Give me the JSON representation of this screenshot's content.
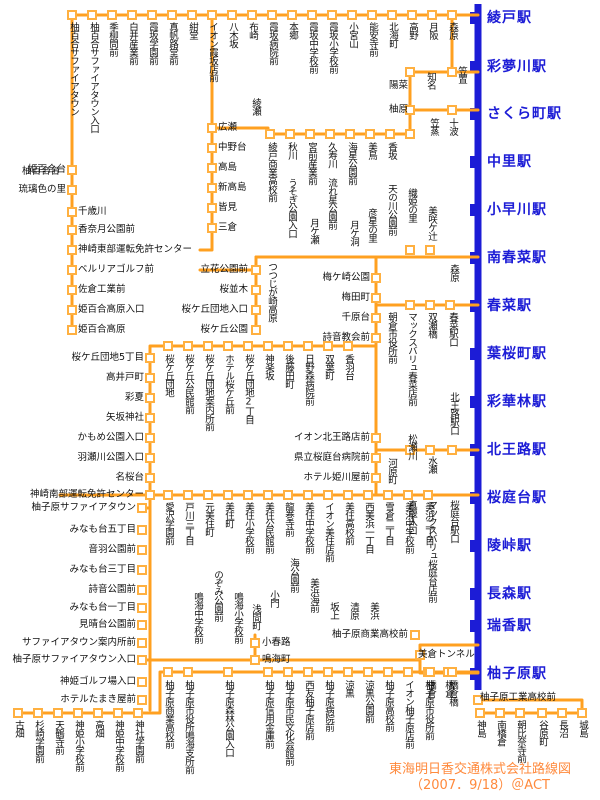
{
  "map": {
    "rail_stations": [
      "綾戸駅",
      "彩夢川駅",
      "さくら町駅",
      "中里駅",
      "小早川駅",
      "南春菜駅",
      "春菜駅",
      "葉桜町駅",
      "彩華林駅",
      "北王路駅",
      "桜庭台駅",
      "陵峠駅",
      "長森駅",
      "瑞香駅",
      "柚子原駅"
    ],
    "top_stops": [
      "柚百合台",
      "柚百合サファイアタウン",
      "柚百合サファイアタウン入口",
      "季柳問前",
      "白井産業前",
      "霞坂学園前",
      "真帆路堂前",
      "紺堂",
      "イオン霞坂店前",
      "八木坂",
      "布崎",
      "霞坂病院前",
      "本郷",
      "霞坂中学校前",
      "霞坂小学校前",
      "小宮山",
      "能安寺前",
      "北海町",
      "高野",
      "月阪",
      "森原",
      "笠置",
      "知名",
      "陽菜",
      "柚原",
      "笠蒸",
      "十波"
    ],
    "row2_stops": [
      "綾瀬",
      "広瀬",
      "中野台",
      "高島",
      "新高島",
      "皆見",
      "三倉",
      "綾戸商業高校前",
      "秋川",
      "うそぎ公園入口",
      "宮前産業前",
      "久寿川",
      "月ケ瀬",
      "流れ星公園前",
      "海星公園前",
      "月ケ洞",
      "美鳥",
      "香坂",
      "彦星の里",
      "天の川公園前",
      "織姫の里",
      "美咲ケ辻",
      "森原"
    ],
    "left_stops": [
      "姫百合台",
      "琉璃色の里",
      "千歳川",
      "香奈月公園前",
      "神崎東部運転免許センター",
      "ベルリアゴルフ前",
      "佐倉工業前",
      "姫百合高原入口",
      "姫百合高原"
    ],
    "middle_stops": [
      "立花公園前",
      "桜並木",
      "桜ケ丘団地入口",
      "桜ケ丘公園",
      "つつじが崎高原",
      "梅ケ崎公園",
      "梅田町",
      "千原台",
      "詩音教会前",
      "朝倉市役所前",
      "マックスバリュ春菜店前",
      "双瀬橋",
      "春菜駅口",
      "桜ケ丘団地5丁目",
      "高井戸町",
      "彩夏",
      "矢坂神社",
      "かもめ公園入口",
      "羽瀬川公園入口",
      "名桜台",
      "神崎南部運転免許センター",
      "桜ケ丘団地",
      "桜ケ丘公民館前",
      "桜ケ丘団地案内所前",
      "ホテル桜ケ丘前",
      "桜ケ丘団地2丁目",
      "神楽坂",
      "後藤田町",
      "日野森病院前",
      "双葉町",
      "香羽台",
      "イオン北王路店前",
      "県立桜庭台病院前",
      "ホテル姫川屋前",
      "河原町",
      "松瀬川",
      "水瀬",
      "北王路駅口",
      "真堰入口",
      "マックスバリュ桜庭台店前",
      "桜庭台駅口"
    ],
    "south_stops": [
      "柚子原サファイアタウン",
      "みなも台五丁目",
      "音羽公園前",
      "みなも台三丁目",
      "詩音公園前",
      "みなも台一丁目",
      "見晴台公園前",
      "サファイアタウン案内所前",
      "柚子原サファイアタウン入口",
      "神姫ゴルフ場入口",
      "ホテルたまき屋前",
      "愛沢学園前",
      "戸川三丁目",
      "元美住町",
      "美住町",
      "美住小学校前",
      "美住公民館前",
      "龍巻寺前",
      "美住中学校前",
      "イオン美住店前",
      "美住高校前",
      "西美浜一丁目",
      "雪倉二丁目",
      "美浜中学校前",
      "美浜二丁目",
      "美浜",
      "清原",
      "坂上",
      "美浜海前",
      "海公園前",
      "小門",
      "浅間町",
      "のぞみ公園前",
      "鳴海小学校前",
      "鳴海中学校前",
      "小春路",
      "鳴海町",
      "柚子原商業高校前",
      "美倉トンネル",
      "柚子原工業高校前"
    ],
    "bottom_stops": [
      "古畑",
      "杉崎学園前",
      "天鶴寺前",
      "神姫小学校前",
      "高畑",
      "神姫中学校前",
      "神社学園前",
      "柚子原商業高校前",
      "柚子原市役所鳴海支所前",
      "柚子原森林公園入口",
      "柚子原信用金庫前",
      "柚子原市民文化会館前",
      "西友柚子原店前",
      "柚子原病院前",
      "涼黒",
      "涼黒公園前",
      "柚子原高校前",
      "イオン柚子原店前",
      "柚子原市役所前",
      "橋倉",
      "橋倉橋",
      "神島",
      "南橋倉",
      "朝比奈寺前",
      "谷原町",
      "長沼",
      "城島"
    ],
    "credit_title": "東海明日香交通株式会社路線図",
    "credit_date": "（2007．9/18）＠ACT",
    "colors": {
      "rail": "#1c1cd6",
      "bus": "#ffa020",
      "stop_border": "#ffb040",
      "credit": "#ff8a3d"
    }
  }
}
